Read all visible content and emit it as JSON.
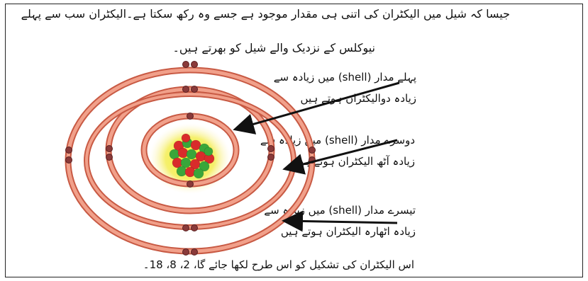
{
  "intro": {
    "line1": "جیسا کہ شیل میں الیکٹران کی اتنی ہی مقدار موجود ہے جسے وہ رکھ سکتا ہے۔الیکٹران سب سے پہلے",
    "line2": "نیوکلس کے نزدیک والے شیل کو بھرتے ہیں۔"
  },
  "labels": [
    {
      "line1": "پہلے مدار (shell) میں زیادہ سے",
      "line2": "زیادہ دوالیکٹران ہوتے ہیں"
    },
    {
      "line1": "دوسرے مدار (shell) میں زیادہ سے",
      "line2": "زیادہ آٹھ الیکٹران ہوتے ہیں"
    },
    {
      "line1": "تیسرے مدار (shell) میں زیادہ سے",
      "line2": "زیادہ اٹھارہ الیکٹران ہوتے ہیں"
    }
  ],
  "footer": "اس الیکٹران کی تشکیل کو اس طرح لکھا جائے گا، 2، 8، 18۔",
  "colors": {
    "shell": "#e8846a",
    "shell_edge": "#c85a44",
    "electron": "#8a3a3a",
    "proton": "#d92b2b",
    "neutron": "#3aa63a",
    "nucleus_glow": "#f3ec2a",
    "arrow": "#111111"
  }
}
